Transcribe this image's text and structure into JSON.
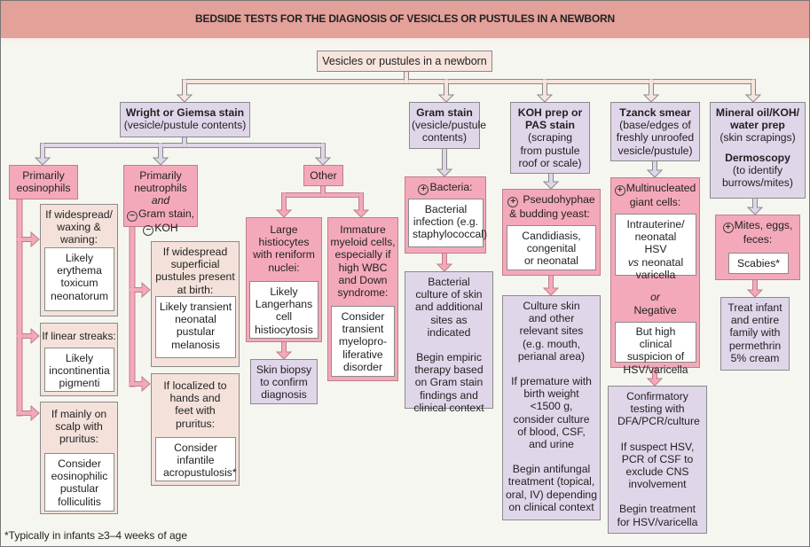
{
  "title": "BEDSIDE TESTS FOR THE DIAGNOSIS OF VESICLES OR PUSTULES IN A NEWBORN",
  "root": "Vesicles or pustules in a newborn",
  "colors": {
    "header": "#e3a19a",
    "background": "#f6f6f1",
    "test_box": "#e0d6e9",
    "finding_box": "#f4a9ba",
    "condition_box": "#f4e2da",
    "diagnosis_box": "#ffffff",
    "root_box": "#f6e4dd"
  },
  "wright": {
    "title": "Wright or Giemsa stain",
    "subtitle": "(vesicle/pustule contents)",
    "eosinophils": {
      "label": "Primarily eosinophils",
      "branches": [
        {
          "condition": "If widespread/ waxing & waning:",
          "result": "Likely erythema toxicum neonatorum"
        },
        {
          "condition": "If linear streaks:",
          "result": "Likely incontinentia pigmenti"
        },
        {
          "condition": "If mainly on scalp with pruritus:",
          "result": "Consider eosinophilic pustular folliculitis"
        }
      ]
    },
    "neutrophils": {
      "line1": "Primarily neutrophils",
      "line2": "and",
      "line3": "Gram stain,",
      "line4": "KOH",
      "neg_symbol": "−",
      "branches": [
        {
          "condition": "If widespread superficial pustules present at birth:",
          "result": "Likely transient neonatal pustular melanosis"
        },
        {
          "condition": "If localized to hands and feet with pruritus:",
          "result": "Consider infantile acropustulosis*"
        }
      ]
    },
    "other": {
      "label": "Other",
      "histiocytes": {
        "condition": "Large histiocytes with reniform nuclei:",
        "result": "Likely Langerhans cell histiocytosis",
        "next": "Skin biopsy to confirm diagnosis"
      },
      "myeloid": {
        "condition": "Immature myeloid cells, especially if high WBC and Down syndrome:",
        "result": "Consider transient myelopro-liferative disorder"
      }
    }
  },
  "gram": {
    "title": "Gram stain",
    "subtitle": "(vesicle/pustule contents)",
    "finding": "Bacteria:",
    "result": "Bacterial infection (e.g. staphylococcal)",
    "next1": "Bacterial culture of skin and additional sites as indicated",
    "next2": "Begin empiric therapy based on Gram stain findings and clinical context"
  },
  "koh": {
    "title": "KOH prep or PAS stain",
    "subtitle": "(scraping from pustule roof or scale)",
    "finding": "Pseudohyphae & budding yeast:",
    "result": "Candidiasis, congenital or neonatal",
    "next1": "Culture skin and other relevant sites (e.g. mouth, perianal area)",
    "next2": "If premature with birth weight <1500 g, consider culture of blood, CSF, and urine",
    "next3": "Begin antifungal treatment (topical, oral, IV) depending on clinical context"
  },
  "tzanck": {
    "title": "Tzanck smear",
    "subtitle": "(base/edges of freshly unroofed vesicle/pustule)",
    "finding": "Multinucleated giant cells:",
    "result1a": "Intrauterine/ neonatal HSV",
    "result1b": "vs",
    "result1c": "neonatal varicella",
    "or": "or",
    "negative": "Negative",
    "result2": "But high clinical suspicion of HSV/varicella",
    "next1": "Confirmatory testing with DFA/PCR/culture",
    "next2": "If suspect HSV, PCR of CSF to exclude CNS involvement",
    "next3": "Begin treatment for HSV/varicella"
  },
  "mineral": {
    "title": "Mineral oil/KOH/ water prep",
    "subtitle": "(skin scrapings)",
    "title2": "Dermoscopy",
    "subtitle2": "(to identify burrows/mites)",
    "finding": "Mites, eggs, feces:",
    "result": "Scabies*",
    "next": "Treat infant and entire family with permethrin 5% cream"
  },
  "pos_symbol": "+",
  "footnote": "*Typically in infants ≥3–4 weeks of age"
}
